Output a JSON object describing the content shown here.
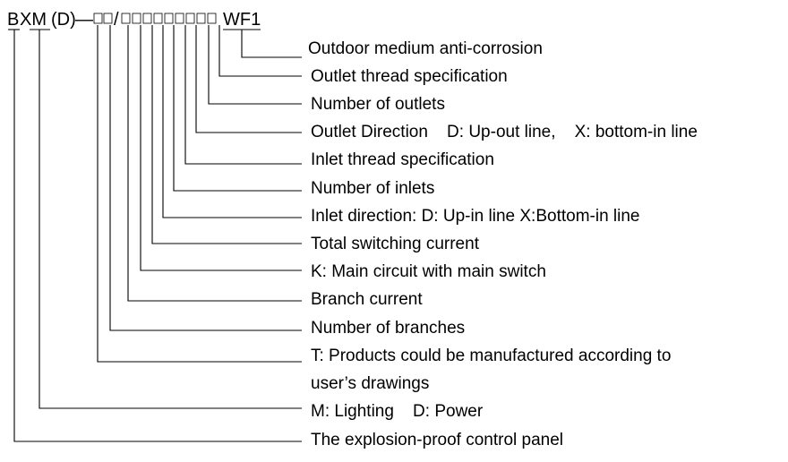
{
  "model_code": {
    "prefix_b": "B",
    "prefix_xm": "XM",
    "suffix_d": "(D)",
    "dash": "—",
    "slash": "/",
    "suffix": "WF1"
  },
  "legend_items": [
    {
      "key": "outdoor-anticorrosion",
      "text": "Outdoor medium anti-corrosion"
    },
    {
      "key": "outlet-thread",
      "text": "Outlet thread specification"
    },
    {
      "key": "number-of-outlets",
      "text": "Number of outlets"
    },
    {
      "key": "outlet-direction",
      "text": "Outlet Direction    D: Up-out line,    X: bottom-in line"
    },
    {
      "key": "inlet-thread",
      "text": "Inlet thread specification"
    },
    {
      "key": "number-of-inlets",
      "text": "Number of inlets"
    },
    {
      "key": "inlet-direction",
      "text": "Inlet direction: D: Up-in line X:Bottom-in line"
    },
    {
      "key": "total-switching-current",
      "text": "Total switching current"
    },
    {
      "key": "main-switch",
      "text": "K: Main circuit with main switch"
    },
    {
      "key": "branch-current",
      "text": "Branch current"
    },
    {
      "key": "number-of-branches",
      "text": "Number of branches"
    },
    {
      "key": "custom-drawings",
      "text": "T: Products could be manufactured according to",
      "continuation": "user’s drawings"
    },
    {
      "key": "lighting-power",
      "text": "M: Lighting    D: Power"
    },
    {
      "key": "panel-name",
      "text": "The explosion-proof control panel"
    }
  ]
}
